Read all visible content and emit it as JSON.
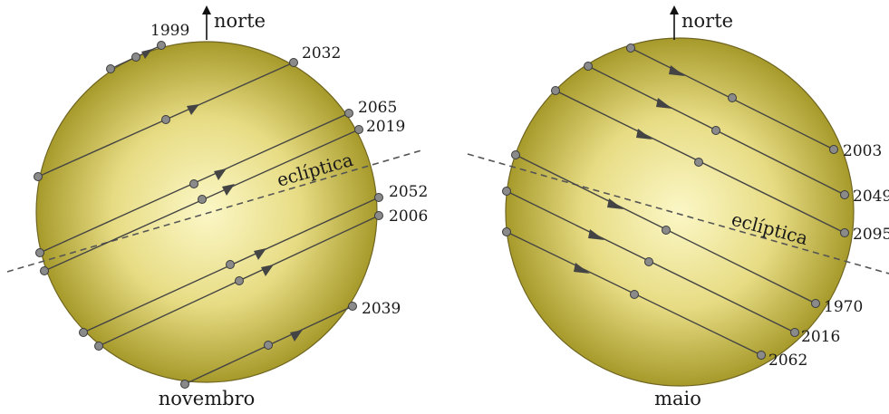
{
  "colors": {
    "sun_center": "#fbf7c6",
    "sun_mid": "#e7dc84",
    "sun_edge": "#a79a2b",
    "sun_outline": "#6f6520"
  },
  "panels": [
    {
      "id": "november",
      "north_label": "norte",
      "month_label": "novembro",
      "ecliptic_label": "eclíptica",
      "transits": [
        {
          "year": "1999"
        },
        {
          "year": "2032"
        },
        {
          "year": "2065"
        },
        {
          "year": "2019"
        },
        {
          "year": "2052"
        },
        {
          "year": "2006"
        },
        {
          "year": "2039"
        }
      ]
    },
    {
      "id": "may",
      "north_label": "norte",
      "month_label": "maio",
      "ecliptic_label": "eclíptica",
      "transits": [
        {
          "year": "2003"
        },
        {
          "year": "2049"
        },
        {
          "year": "2095"
        },
        {
          "year": "1970"
        },
        {
          "year": "2016"
        },
        {
          "year": "2062"
        }
      ]
    }
  ]
}
